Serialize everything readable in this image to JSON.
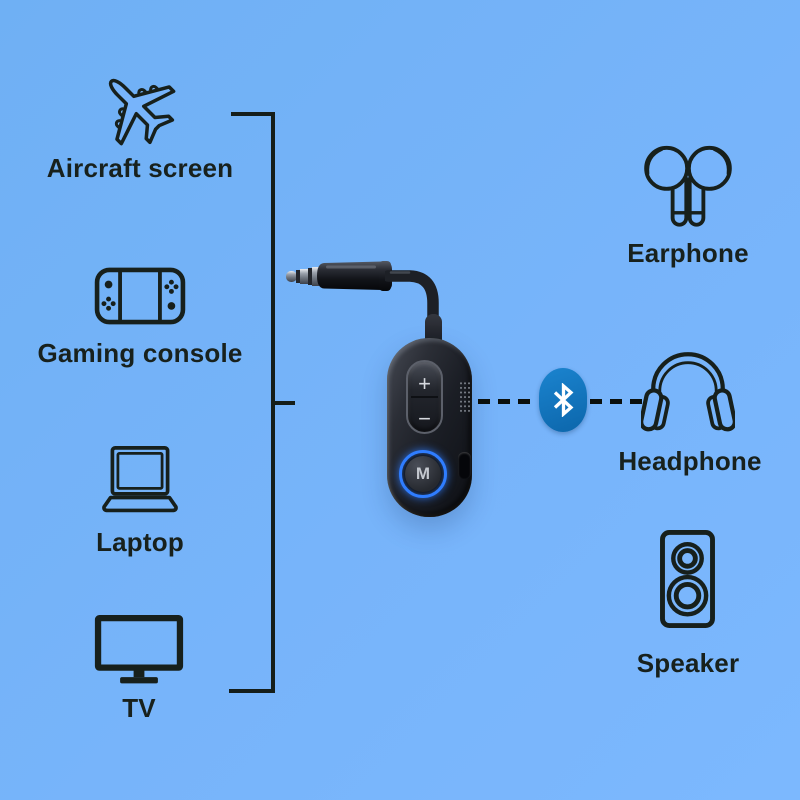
{
  "sources": {
    "items": [
      {
        "name": "aircraft-screen",
        "label": "Aircraft screen"
      },
      {
        "name": "gaming-console",
        "label": "Gaming console"
      },
      {
        "name": "laptop",
        "label": "Laptop"
      },
      {
        "name": "tv",
        "label": "TV"
      }
    ]
  },
  "receivers": {
    "items": [
      {
        "name": "earphone",
        "label": "Earphone"
      },
      {
        "name": "headphone",
        "label": "Headphone"
      },
      {
        "name": "speaker",
        "label": "Speaker"
      }
    ]
  },
  "device": {
    "name": "bluetooth-audio-adapter",
    "volume_up_label": "+",
    "volume_down_label": "−",
    "mode_button_label": "M"
  },
  "bluetooth": {
    "symbol": "bluetooth",
    "badge_color": "#0f6fb6",
    "rune_color": "#ffffff"
  },
  "colors": {
    "background_top": "#6fb0f4",
    "background_bottom": "#7cb8fe",
    "ink": "#17201c",
    "mode_ring": "#2f7dff"
  }
}
